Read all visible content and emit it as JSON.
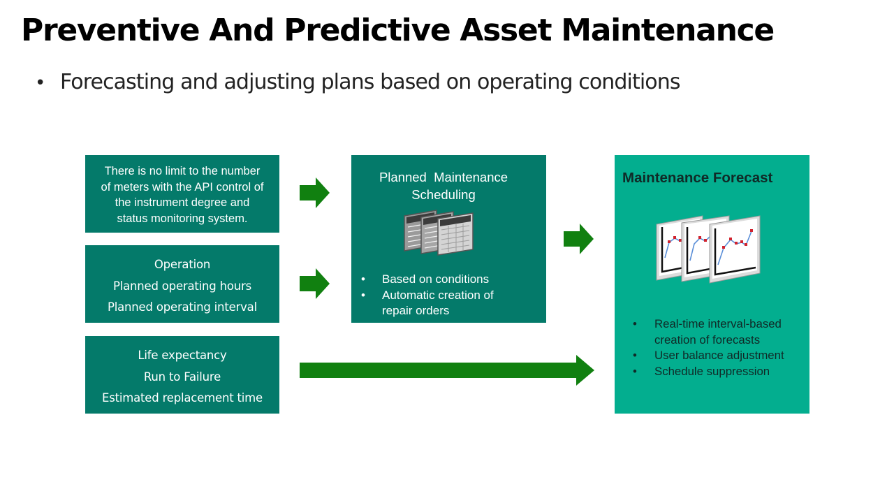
{
  "title": "Preventive And Predictive Asset Maintenance",
  "subtitle": {
    "bullet": "•",
    "text": "Forecasting and adjusting plans based on operating conditions"
  },
  "inputs": {
    "api_box": {
      "lines": [
        "There is no limit to the number",
        "of meters with the API control of",
        "the instrument degree and",
        "status monitoring system."
      ]
    },
    "operation_box": {
      "lines": [
        "Operation",
        "Planned operating hours",
        "Planned operating interval"
      ]
    },
    "life_box": {
      "lines": [
        "Life expectancy",
        "Run to Failure",
        "Estimated replacement time"
      ]
    }
  },
  "planned_box": {
    "title_lines": [
      "Planned  Maintenance",
      "Scheduling"
    ],
    "icon": "schedule-tables-icon",
    "bullets": [
      "Based on conditions",
      "Automatic creation of repair orders"
    ]
  },
  "forecast_box": {
    "title": "Maintenance Forecast",
    "icon": "trend-charts-icon",
    "bullets": [
      "Real-time interval-based creation of forecasts",
      "User balance adjustment",
      "Schedule suppression"
    ]
  },
  "colors": {
    "dark_teal": "#047a6a",
    "light_teal": "#03ae8f",
    "arrow_green": "#118010"
  }
}
